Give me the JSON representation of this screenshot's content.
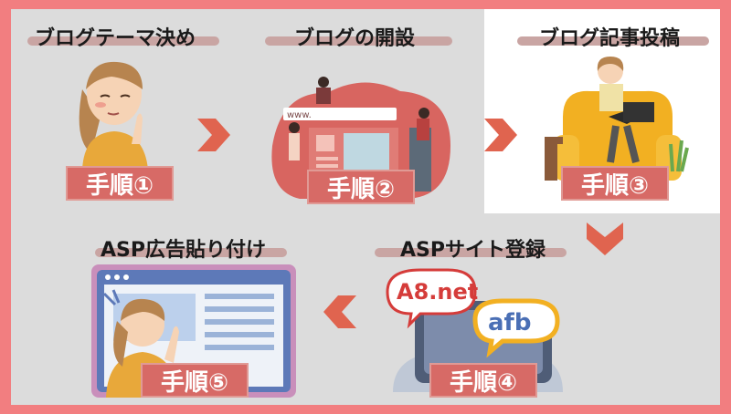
{
  "colors": {
    "frame": "#f27e80",
    "panel": "#dcdcdc",
    "badge": "#d76a66",
    "arrow": "#e0644f",
    "highlight": "#ffffff"
  },
  "steps": [
    {
      "title": "ブログテーマ決め",
      "badge": "手順①",
      "icon": "thinking-woman-icon"
    },
    {
      "title": "ブログの開設",
      "badge": "手順②",
      "icon": "website-building-icon"
    },
    {
      "title": "ブログ記事投稿",
      "badge": "手順③",
      "icon": "woman-laptop-sofa-icon"
    },
    {
      "title": "ASPサイト登録",
      "badge": "手順④",
      "icon": "asp-logos-icon",
      "logos": [
        "A8.net",
        "afb"
      ]
    },
    {
      "title": "ASP広告貼り付け",
      "badge": "手順⑤",
      "icon": "woman-browser-icon"
    }
  ]
}
